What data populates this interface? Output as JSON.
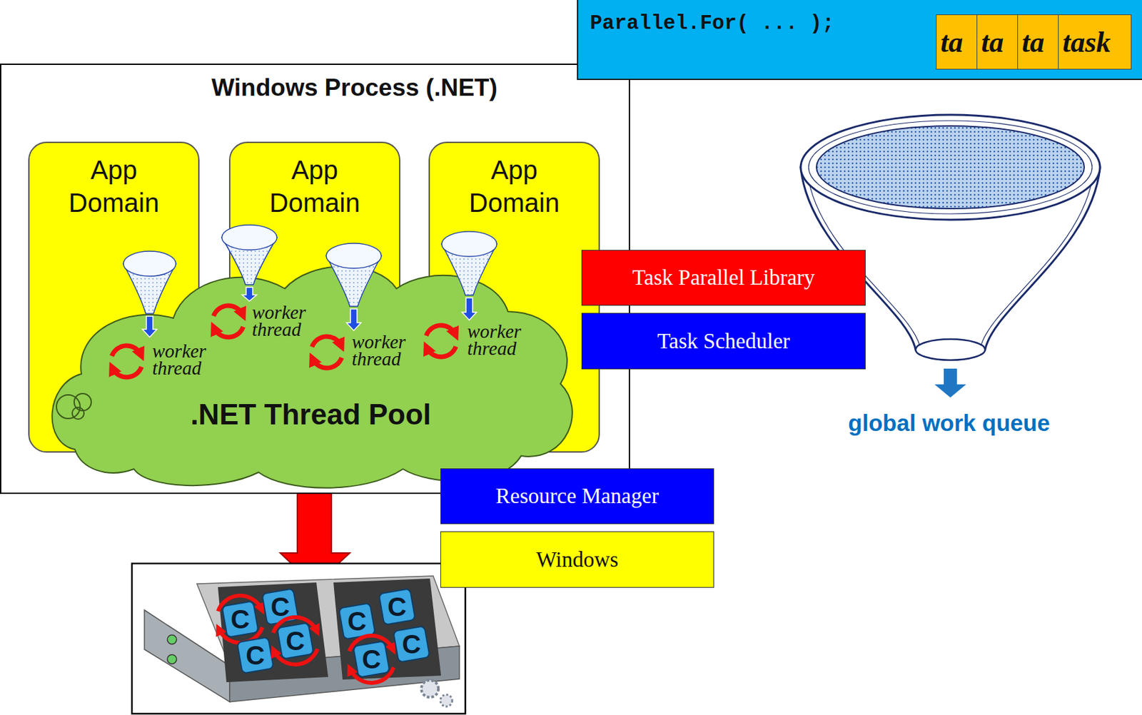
{
  "diagram": {
    "nodes": [
      {
        "text": [
          "Parallel.For( ... );"
        ]
      },
      {
        "text": [
          "ta"
        ],
        "in": 0
      },
      {
        "text": [
          "ta"
        ],
        "in": 0
      },
      {
        "text": [
          "ta"
        ],
        "in": 0
      },
      {
        "text": [
          "task"
        ],
        "in": 0
      },
      {
        "text": [
          "Windows Process (.NET)"
        ]
      },
      {
        "text": [
          "App Domain"
        ],
        "in": 5
      },
      {
        "text": [
          "App Domain"
        ],
        "in": 5
      },
      {
        "text": [
          "App Domain"
        ],
        "in": 5
      },
      {
        "text": [
          ".NET Thread Pool"
        ],
        "in": 5
      },
      {
        "text": [
          "Task Parallel Library"
        ]
      },
      {
        "text": [
          "Task Scheduler"
        ]
      },
      {
        "text": [
          "Resource Manager"
        ]
      },
      {
        "text": [
          "Windows"
        ]
      }
    ],
    "labels": [
      "worker thread",
      "worker thread",
      "worker thread",
      "worker thread",
      "global work queue",
      "C",
      "C",
      "C",
      "C",
      "C",
      "C",
      "C",
      "C"
    ]
  }
}
